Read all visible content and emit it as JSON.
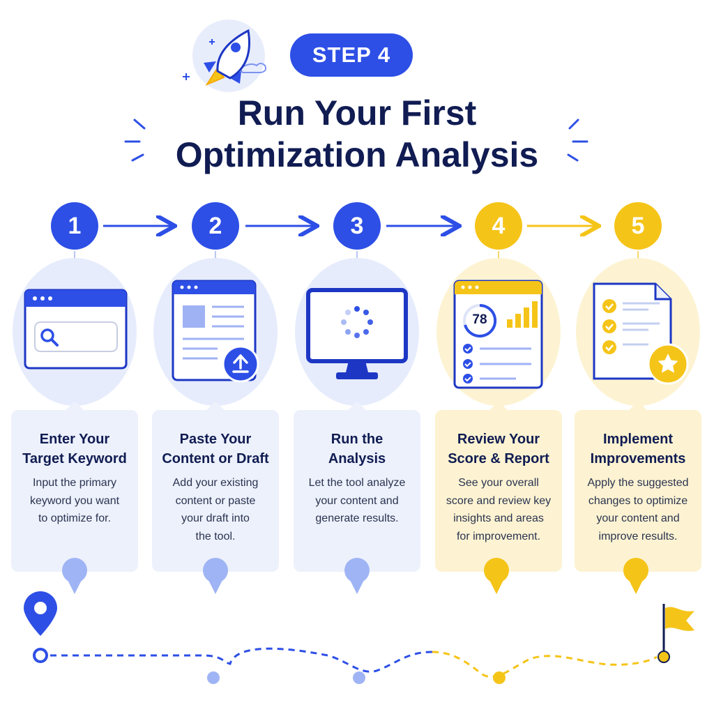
{
  "header": {
    "step_label": "STEP 4",
    "title_line1": "Run Your First",
    "title_line2": "Optimization Analysis"
  },
  "colors": {
    "blue": "#2d4fe6",
    "yellow": "#f5c418",
    "navy": "#101c52",
    "blue_light": "#e6ecfc",
    "yellow_light": "#fdf3d2"
  },
  "steps": [
    {
      "number": "1",
      "title": "Enter Your\nTarget Keyword",
      "description": "Input the primary\nkeyword you want\nto optimize for.",
      "icon": "browser-search-icon",
      "color": "blue"
    },
    {
      "number": "2",
      "title": "Paste Your\nContent or Draft",
      "description": "Add your existing\ncontent or paste\nyour draft into\nthe tool.",
      "icon": "document-upload-icon",
      "color": "blue"
    },
    {
      "number": "3",
      "title": "Run the\nAnalysis",
      "description": "Let the tool analyze\nyour content and\ngenerate results.",
      "icon": "monitor-loading-icon",
      "color": "blue"
    },
    {
      "number": "4",
      "title": "Review Your\nScore & Report",
      "description": "See your overall\nscore and review key\ninsights and areas\nfor improvement.",
      "icon": "score-report-icon",
      "color": "yellow",
      "score": "78"
    },
    {
      "number": "5",
      "title": "Implement\nImprovements",
      "description": "Apply the suggested\nchanges to optimize\nyour content and\nimprove results.",
      "icon": "checklist-star-icon",
      "color": "yellow"
    }
  ]
}
